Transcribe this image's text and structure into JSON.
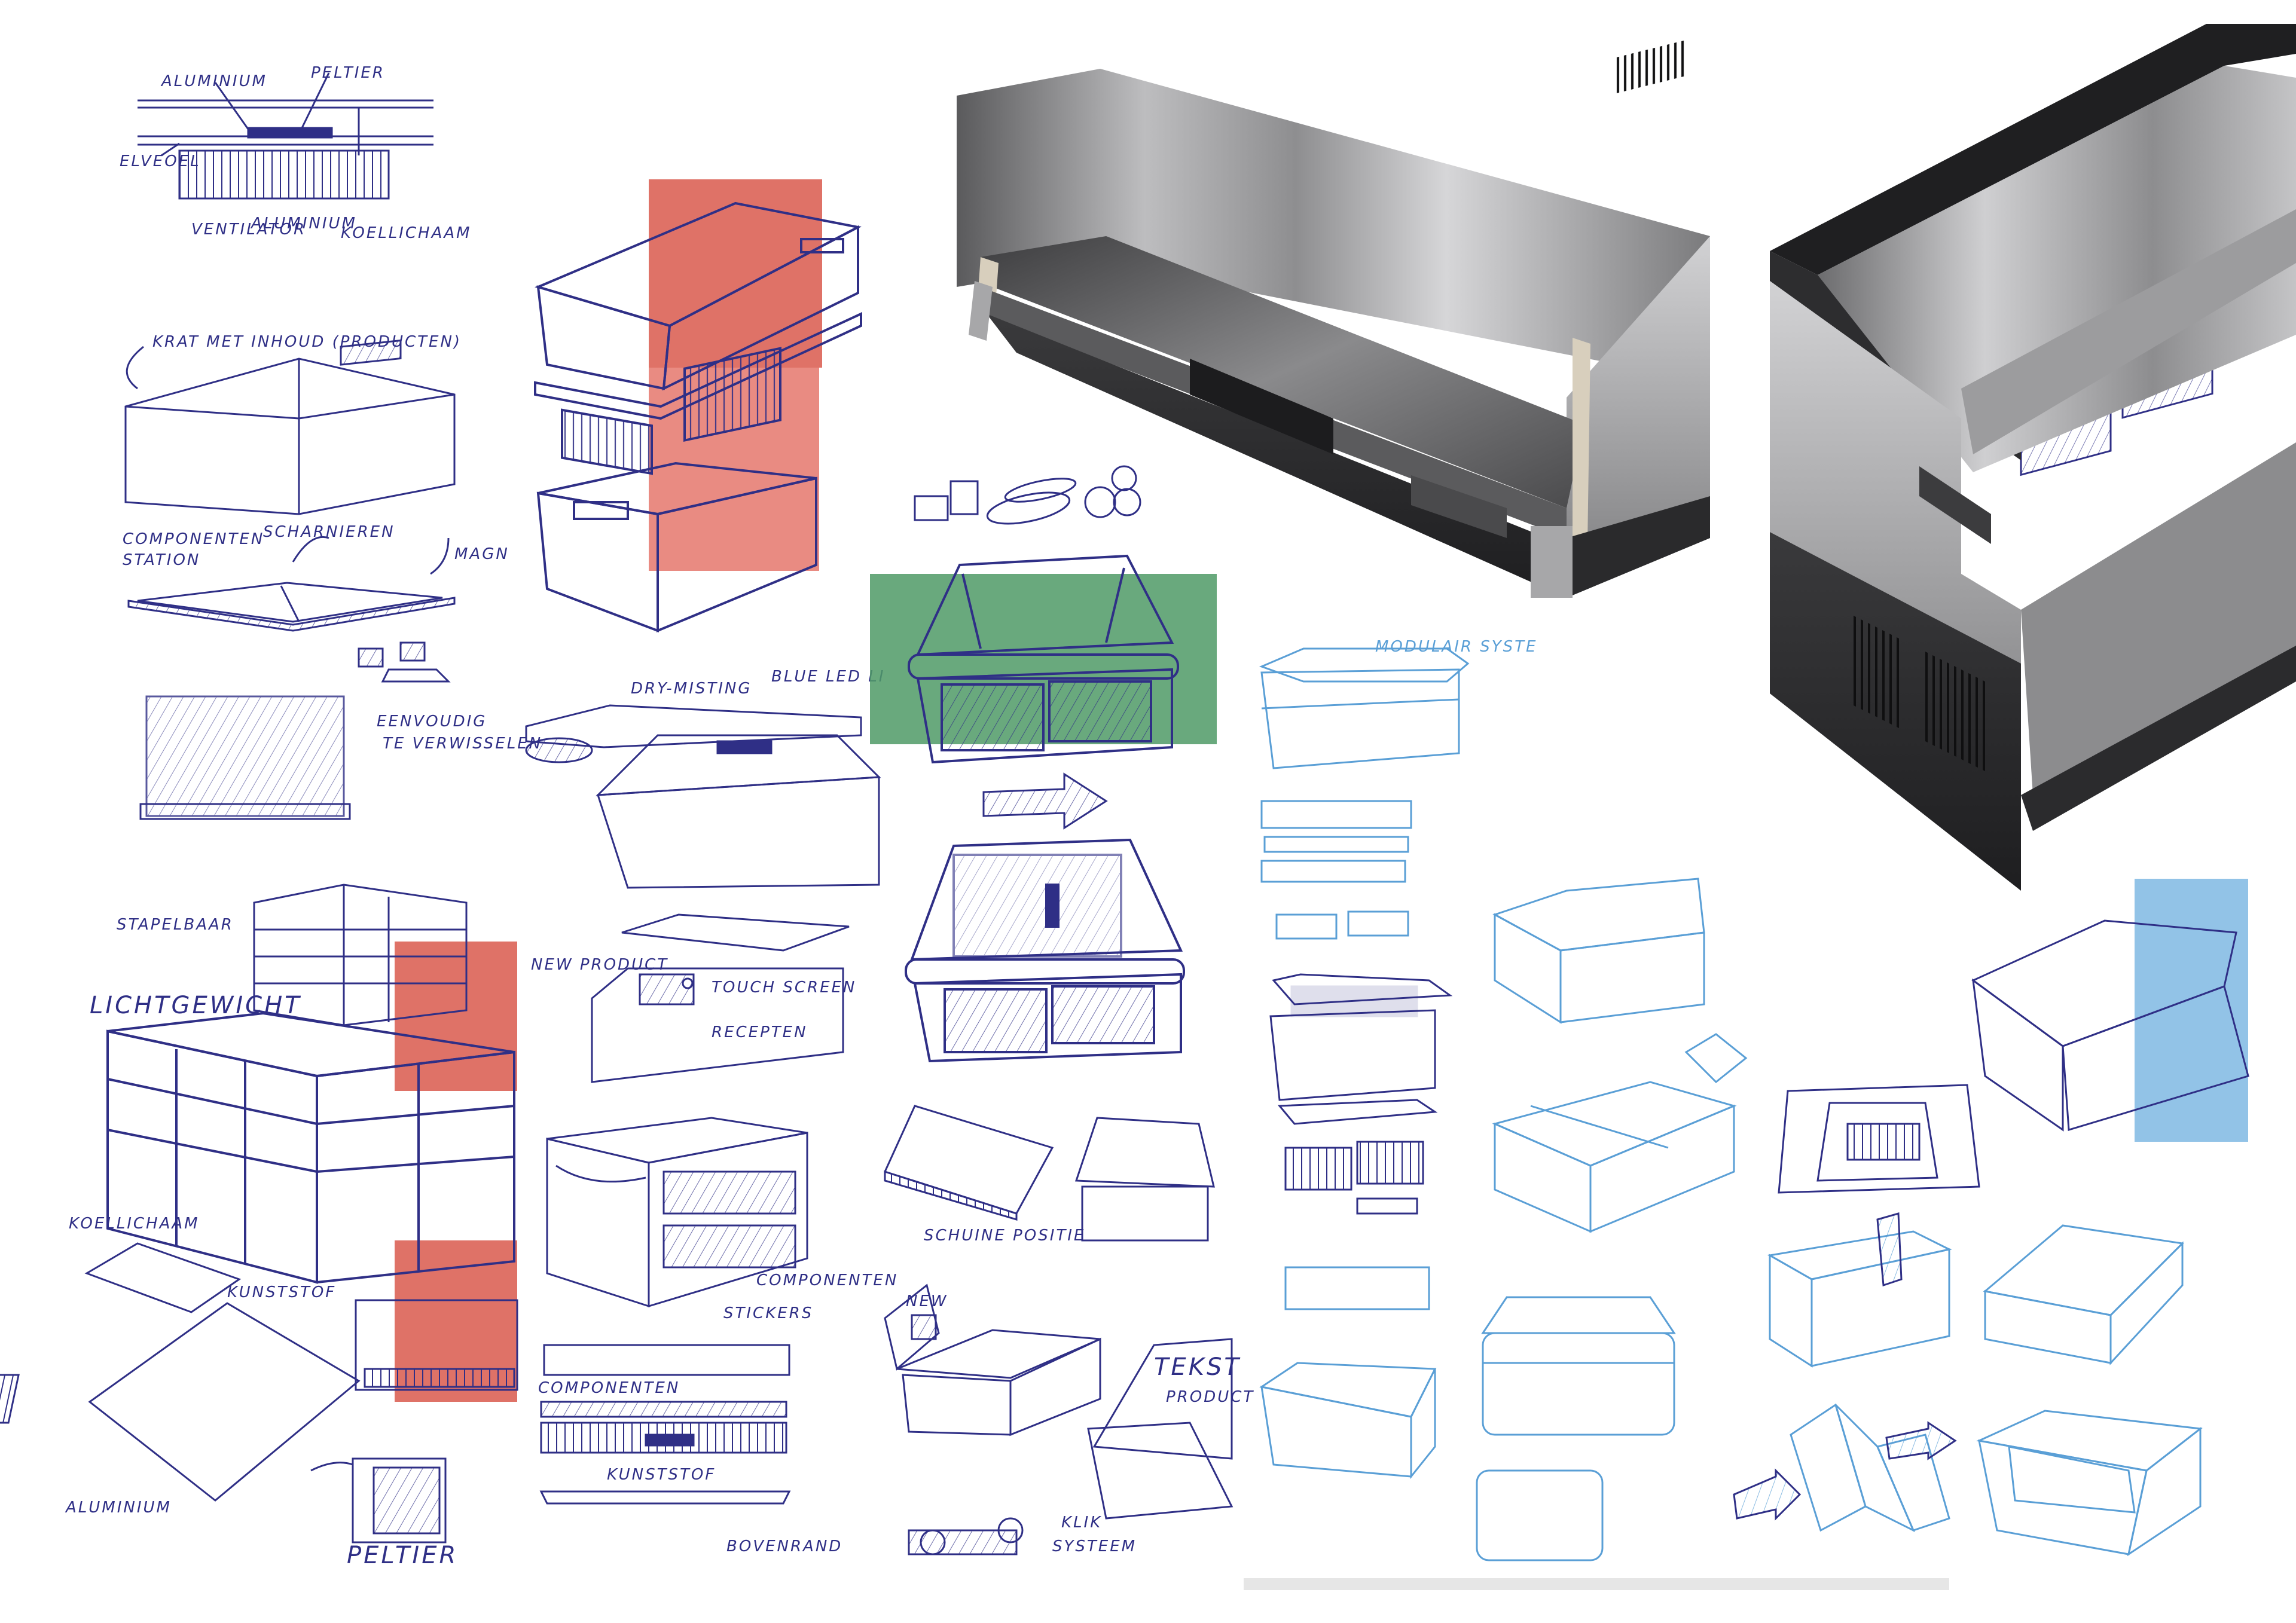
{
  "colors": {
    "ink_navy": "#2f2f86",
    "ink_blue": "#5a9fd6",
    "marker_red": "#d9594c",
    "marker_green": "#4f9a66",
    "marker_blue": "#7fb9e3",
    "steel_dark": "#3a3a3c",
    "steel_light": "#c9c9cb"
  },
  "labels": {
    "aluminium_top": "ALUMINIUM",
    "peltier_top": "PELTIER",
    "elveoel": "ELVEOEL",
    "ventilator": "VENTILATOR",
    "aluminium_bottom": "ALUMINIUM",
    "koellichaam_top": "KOELLICHAAM",
    "krat": "KRAT MET INHOUD (PRODUCTEN)",
    "scharnieren": "SCHARNIEREN",
    "componenten_station_1": "COMPONENTEN",
    "componenten_station_2": "STATION",
    "magn": "MAGN",
    "eenvoudig_1": "EENVOUDIG",
    "eenvoudig_2": "TE VERWISSELEN",
    "stapelbaar": "STAPELBAAR",
    "lichtgewicht": "LICHTGEWICHT",
    "koellichaam": "KOELLICHAAM",
    "kunststof": "KUNSTSTOF",
    "aluminium": "ALUMINIUM",
    "peltier": "PELTIER",
    "dry_misting": "DRY-MISTING",
    "blue_led": "BLUE LED LI",
    "new_product": "NEW PRODUCT",
    "touch_screen": "TOUCH SCREEN",
    "recepten": "RECEPTEN",
    "componenten": "COMPONENTEN",
    "kunststof_2": "KUNSTSTOF",
    "componenten_2": "COMPONENTEN",
    "stickers": "STICKERS",
    "bovenrand": "BOVENRAND",
    "schuine_positie": "SCHUINE POSITIE",
    "new": "NEW",
    "tekst_1": "TEKST",
    "tekst_2": "PRODUCT",
    "klik_1": "KLIK",
    "klik_2": "SYSTEEM",
    "modulair": "MODULAIR SYSTE"
  }
}
